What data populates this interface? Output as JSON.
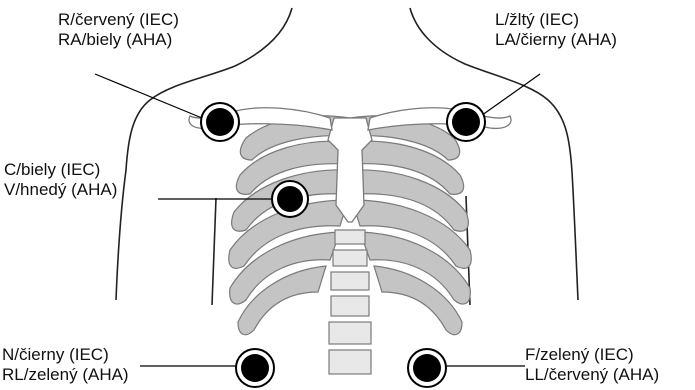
{
  "electrodes": {
    "ra": {
      "iec": "R/červený (IEC)",
      "aha": "RA/biely (AHA)"
    },
    "la": {
      "iec": "L/žltý (IEC)",
      "aha": "LA/čierny (AHA)"
    },
    "c": {
      "iec": "C/biely (IEC)",
      "aha": "V/hnedý (AHA)"
    },
    "n": {
      "iec": "N/čierny (IEC)",
      "aha": "RL/zelený (AHA)"
    },
    "f": {
      "iec": "F/zelený (IEC)",
      "aha": "LL/červený (AHA)"
    }
  },
  "colors": {
    "electrode": "#000000",
    "bone_outline": "#7a7a7a",
    "rib_shade": "#c4c4c4",
    "body_outline": "#222222"
  }
}
